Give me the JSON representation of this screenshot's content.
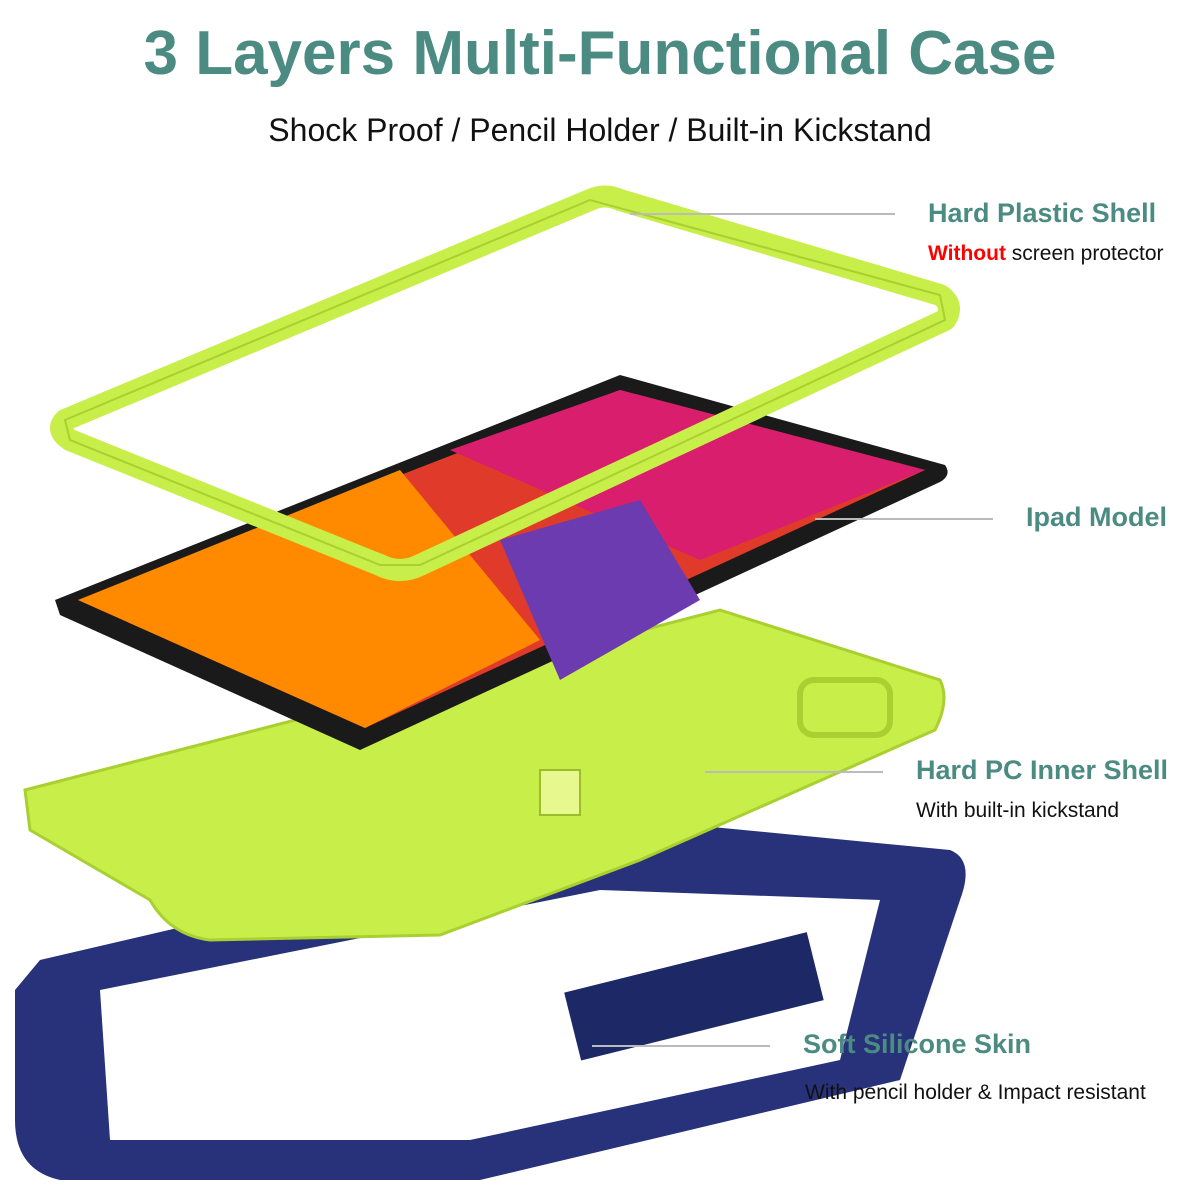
{
  "title": "3 Layers Multi-Functional Case",
  "subtitle": "Shock Proof / Pencil Holder / Built-in Kickstand",
  "layers": [
    {
      "label": "Hard Plastic Shell",
      "desc_highlight": "Without",
      "desc": " screen protector"
    },
    {
      "label": "Ipad Model"
    },
    {
      "label": "Hard PC Inner Shell",
      "desc": "With built-in kickstand"
    },
    {
      "label": "Soft Silicone Skin",
      "desc": "With pencil holder & Impact resistant"
    }
  ],
  "colors": {
    "accent": "#4b8b82",
    "highlight": "#ff0000",
    "shell": "#c8ee4a",
    "skin": "#27327a"
  }
}
